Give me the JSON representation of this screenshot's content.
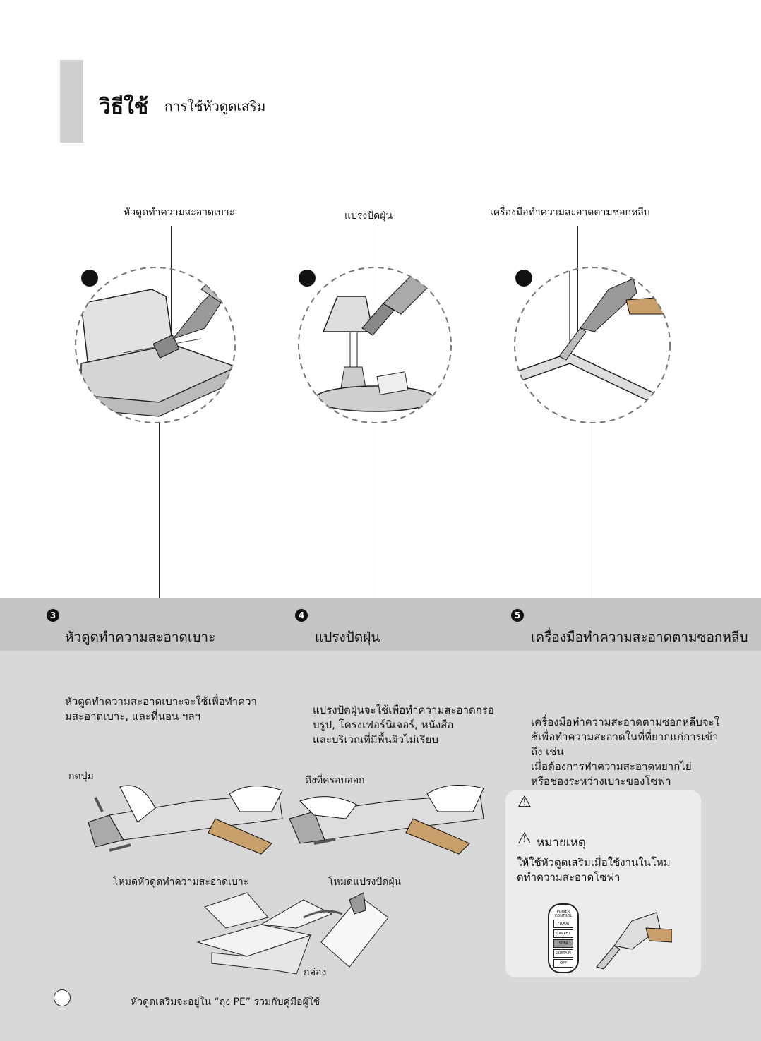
{
  "header": {
    "title": "วิธีใช้",
    "subtitle": "การใช้หัวดูดเสริม"
  },
  "top_labels": {
    "seat": "หัวดูดทำความสะอาดเบาะ",
    "brush": "แปรงปัดฝุ่น",
    "crevice": "เครื่องมือทำความสะอาดตามซอกหลีบ"
  },
  "sections": [
    {
      "number": "3",
      "title": "หัวดูดทำความสะอาดเบาะ",
      "lines": [
        "หัวดูดทำความสะอาดเบาะจะใช้เพื่อทำควา",
        "มสะอาดเบาะ, และที่นอน ฯลฯ"
      ]
    },
    {
      "number": "4",
      "title": "แปรงปัดฝุ่น",
      "lines": [
        "แปรงปัดฝุ่นจะใช้เพื่อทำความสะอาดกรอ",
        "บรูป, โครงเฟอร์นิเจอร์, หนังสือ",
        "และบริเวณที่มีพื้นผิวไม่เรียบ"
      ]
    },
    {
      "number": "5",
      "title": "เครื่องมือทำความสะอาดตามซอกหลีบ",
      "lines": [
        "เครื่องมือทำความสะอาดตามซอกหลีบจะใ",
        "ช้เพื่อทำความสะอาดในที่ที่ยากแก่การเข้า",
        "ถึง เช่น",
        "เมื่อต้องการทำความสะอาดหยากไย่",
        "หรือช่องระหว่างเบาะของโซฟา"
      ]
    }
  ],
  "steps": {
    "press_button": "กดปุ่ม",
    "pull_cover": "ดึงที่ครอบออก",
    "seat_mode": "โหมดหัวดูดทำความสะอาดเบาะ",
    "brush_mode": "โหมดแปรงปัดฝุ่น",
    "box": "กล่อง"
  },
  "note": {
    "heading": "หมายเหตุ",
    "lines": [
      "ให้ใช้หัวดูดเสริมเมื่อใช้งานในโหม",
      "ดทำความสะอาดโซฟา"
    ]
  },
  "control_panel": {
    "header": [
      "POWER",
      "CONTROL"
    ],
    "buttons": [
      "FLOOR",
      "CARPET",
      "SOFA",
      "CURTAIN",
      "OFF"
    ]
  },
  "footer_note": "หัวดูดเสริมจะอยู่ใน “ถุง PE” รวมกับคู่มือผู้ใช้",
  "colors": {
    "band": "#c4c4c4",
    "lower_bg": "#d8d8d8",
    "caution_bg": "#ececec",
    "tab": "#cfcfcf"
  }
}
